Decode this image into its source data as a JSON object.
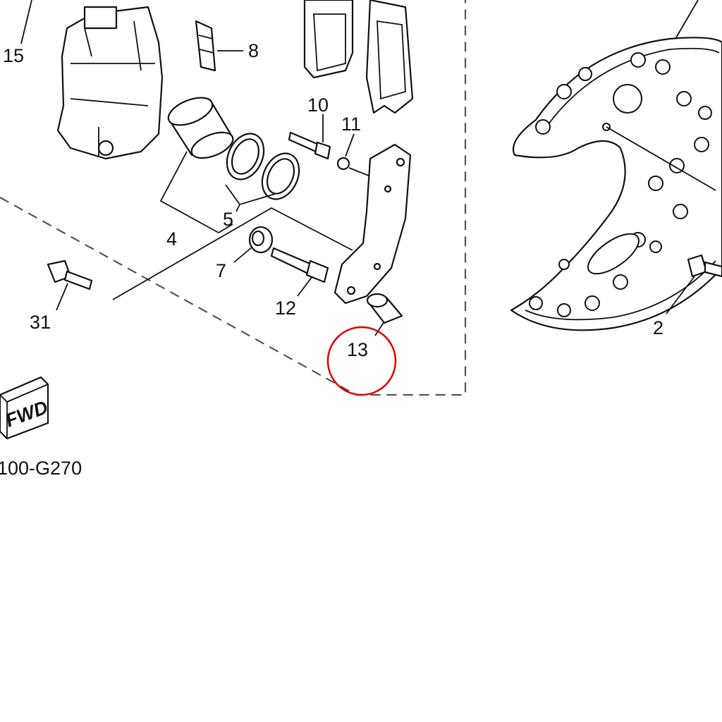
{
  "diagram": {
    "callouts": {
      "c15": "15",
      "c8": "8",
      "c10": "10",
      "c11": "11",
      "c4": "4",
      "c5": "5",
      "c7": "7",
      "c12": "12",
      "c31": "31",
      "c13": "13",
      "c2": "2"
    },
    "fwd_label": "FWD",
    "drawing_code": "100-G270",
    "highlight": {
      "callout": "13",
      "color": "#e00000"
    }
  }
}
